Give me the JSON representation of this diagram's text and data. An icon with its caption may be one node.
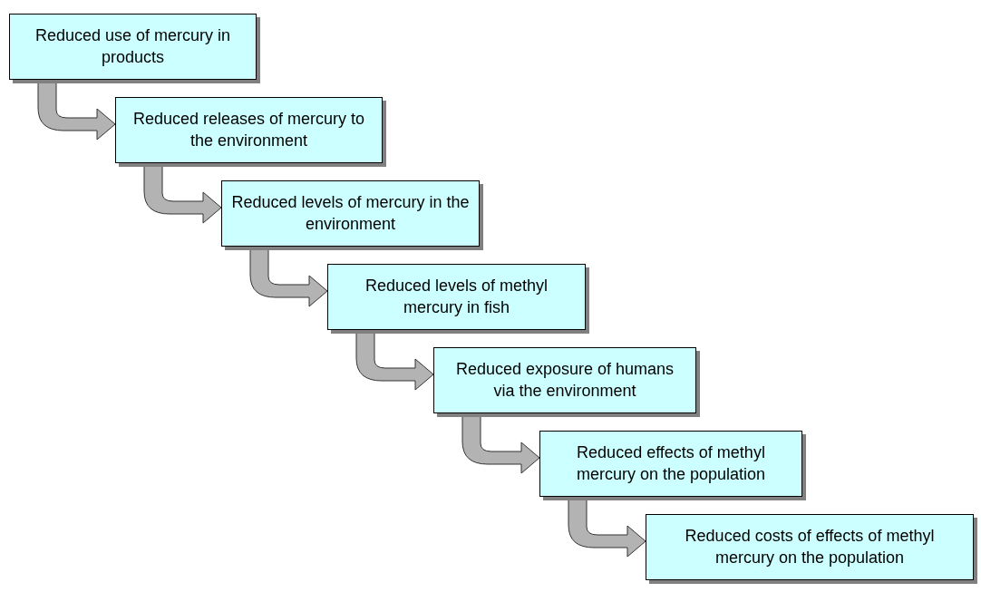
{
  "diagram": {
    "nodes": [
      {
        "text": [
          "Reduced use of mercury in products"
        ]
      },
      {
        "text": [
          "Reduced releases of mercury to the environment"
        ]
      },
      {
        "text": [
          "Reduced levels of mercury in the environment"
        ]
      },
      {
        "text": [
          "Reduced levels of methyl mercury in fish"
        ]
      },
      {
        "text": [
          "Reduced exposure of humans via the environment"
        ]
      },
      {
        "text": [
          "Reduced effects of methyl mercury on the population"
        ]
      },
      {
        "text": [
          "Reduced costs of effects of methyl mercury on the population"
        ]
      }
    ],
    "edges": [
      {
        "from": 0,
        "to": 1,
        "arrow": "to"
      },
      {
        "from": 1,
        "to": 2,
        "arrow": "to"
      },
      {
        "from": 2,
        "to": 3,
        "arrow": "to"
      },
      {
        "from": 3,
        "to": 4,
        "arrow": "to"
      },
      {
        "from": 4,
        "to": 5,
        "arrow": "to"
      },
      {
        "from": 5,
        "to": 6,
        "arrow": "to"
      }
    ]
  }
}
